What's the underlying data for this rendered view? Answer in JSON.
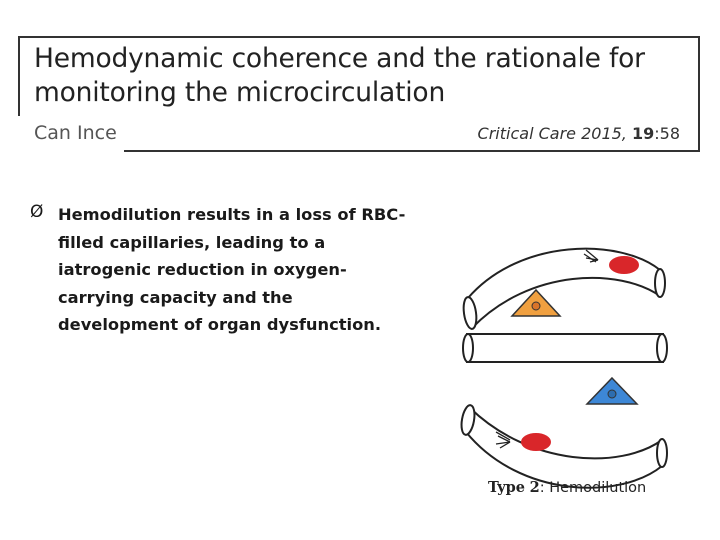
{
  "header": {
    "title": "Hemodynamic coherence and the rationale for monitoring the microcirculation",
    "author": "Can Ince",
    "citation": {
      "journal": "Critical Care 2015,",
      "volume": "19",
      "page": ":58"
    }
  },
  "bullet": {
    "marker": "Ø",
    "text": "Hemodilution results in a loss of RBC-filled capillaries, leading to a iatrogenic reduction in oxygen-carrying capacity and the development of organ dysfunction."
  },
  "figure": {
    "caption_type": "Type",
    "caption_number": "2",
    "caption_rest": ": Hemodilution"
  },
  "colors": {
    "rbc_red": "#d9262a",
    "triangle_blue": "#3d87d6",
    "cell_orange": "#f0a040",
    "frame_gray": "#333333"
  }
}
